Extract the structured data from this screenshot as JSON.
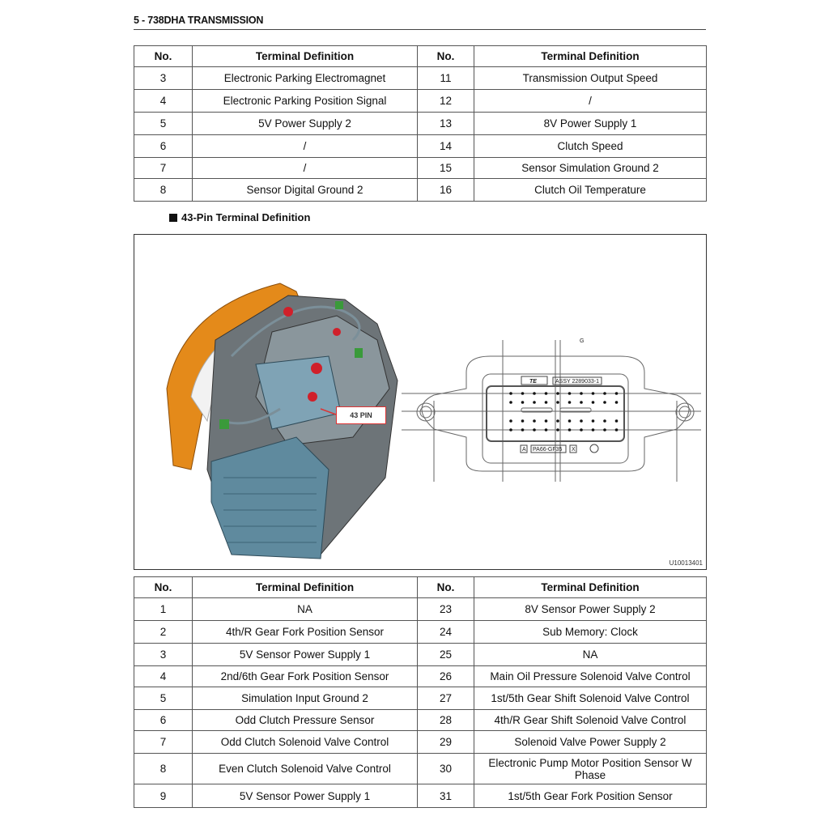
{
  "header": {
    "title": "5 - 738DHA TRANSMISSION"
  },
  "table1": {
    "headers": [
      "No.",
      "Terminal Definition",
      "No.",
      "Terminal Definition"
    ],
    "rows": [
      [
        "3",
        "Electronic Parking Electromagnet",
        "11",
        "Transmission Output Speed"
      ],
      [
        "4",
        "Electronic Parking Position Signal",
        "12",
        "/"
      ],
      [
        "5",
        "5V Power Supply 2",
        "13",
        "8V Power Supply 1"
      ],
      [
        "6",
        "/",
        "14",
        "Clutch Speed"
      ],
      [
        "7",
        "/",
        "15",
        "Sensor Simulation Ground 2"
      ],
      [
        "8",
        "Sensor Digital Ground 2",
        "16",
        "Clutch Oil Temperature"
      ]
    ]
  },
  "section": {
    "title": "43-Pin Terminal Definition"
  },
  "figure": {
    "callout": "43 PIN",
    "figure_id": "U10013401",
    "connector_labels": {
      "brand": "TE",
      "part": "ASSY 2289033-1",
      "material": "PA66-GF35",
      "mark_a": "A",
      "mark_x": "X",
      "section_mark": "G"
    }
  },
  "table2": {
    "headers": [
      "No.",
      "Terminal Definition",
      "No.",
      "Terminal Definition"
    ],
    "rows": [
      [
        "1",
        "NA",
        "23",
        "8V Sensor Power Supply 2"
      ],
      [
        "2",
        "4th/R Gear Fork Position Sensor",
        "24",
        "Sub Memory: Clock"
      ],
      [
        "3",
        "5V Sensor Power Supply 1",
        "25",
        "NA"
      ],
      [
        "4",
        "2nd/6th Gear Fork Position Sensor",
        "26",
        "Main Oil Pressure Solenoid Valve Control"
      ],
      [
        "5",
        "Simulation Input Ground 2",
        "27",
        "1st/5th Gear Shift Solenoid Valve Control"
      ],
      [
        "6",
        "Odd Clutch Pressure Sensor",
        "28",
        "4th/R Gear Shift Solenoid Valve Control"
      ],
      [
        "7",
        "Odd Clutch Solenoid Valve Control",
        "29",
        "Solenoid Valve Power Supply 2"
      ],
      [
        "8",
        "Even Clutch Solenoid Valve Control",
        "30",
        "Electronic Pump Motor Position Sensor W Phase"
      ],
      [
        "9",
        "5V Sensor Power Supply 1",
        "31",
        "1st/5th Gear Fork Position Sensor"
      ]
    ]
  }
}
